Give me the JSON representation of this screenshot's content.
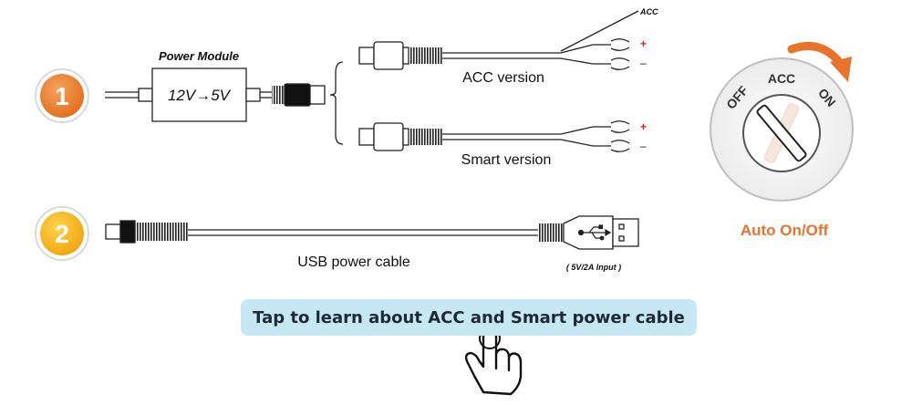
{
  "steps": [
    {
      "number": "1",
      "color_light": "#f7a15c",
      "color_dark": "#e06e1c"
    },
    {
      "number": "2",
      "color_light": "#ffd34f",
      "color_dark": "#eea50b"
    }
  ],
  "power_module": {
    "title": "Power Module",
    "label": "12V→5V"
  },
  "acc_version": {
    "label": "ACC version",
    "acc_wire": "ACC",
    "plus": "+",
    "minus": "–"
  },
  "smart_version": {
    "label": "Smart version",
    "plus": "+",
    "minus": "–"
  },
  "usb_cable": {
    "label": "USB power cable",
    "input_note": "( 5V/2A Input )"
  },
  "ignition": {
    "off": "OFF",
    "acc": "ACC",
    "on": "ON",
    "caption": "Auto On/Off",
    "accent": "#e8732a"
  },
  "cta": {
    "label": "Tap to learn about ACC and Smart power cable"
  },
  "icons": {
    "pointer": "hand-pointer-icon",
    "usb": "usb-symbol-icon"
  }
}
